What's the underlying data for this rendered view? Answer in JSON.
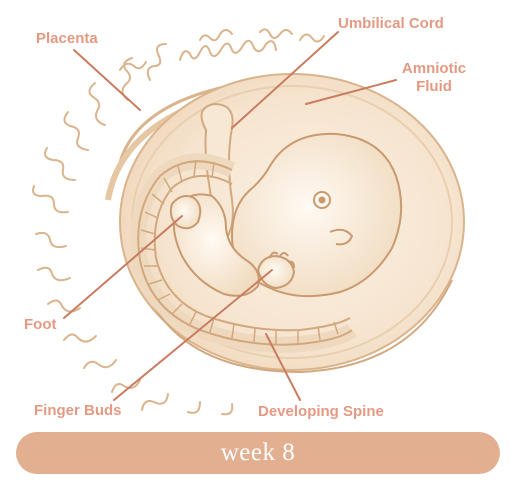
{
  "labels": {
    "placenta": "Placenta",
    "umbilical_cord": "Umbilical Cord",
    "amniotic_fluid_line1": "Amniotic",
    "amniotic_fluid_line2": "Fluid",
    "foot": "Foot",
    "finger_buds": "Finger Buds",
    "developing_spine": "Developing Spine"
  },
  "banner": {
    "text": "week 8"
  },
  "colors": {
    "label": "#e49a82",
    "line": "#c97c5f",
    "sketch": "#d9b48c",
    "sketch_fill": "#f4e6d3",
    "banner": "#e2b090"
  }
}
